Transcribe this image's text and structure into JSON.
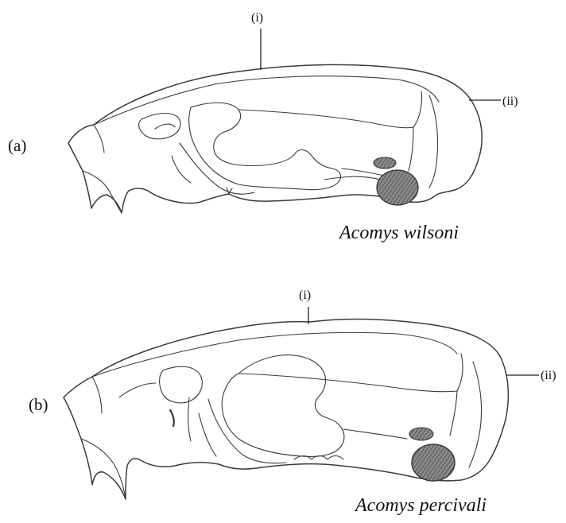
{
  "figure": {
    "panels": [
      {
        "id": "a",
        "panel_label": "(a)",
        "species": "Acomys wilsoni",
        "marker_1": "(i)",
        "marker_2": "(ii)"
      },
      {
        "id": "b",
        "panel_label": "(b)",
        "species": "Acomys percivali",
        "marker_1": "(i)",
        "marker_2": "(ii)"
      }
    ]
  },
  "colors": {
    "line": "#3a3a3a",
    "bulla_fill": "#6e6e6e",
    "background": "#ffffff"
  }
}
